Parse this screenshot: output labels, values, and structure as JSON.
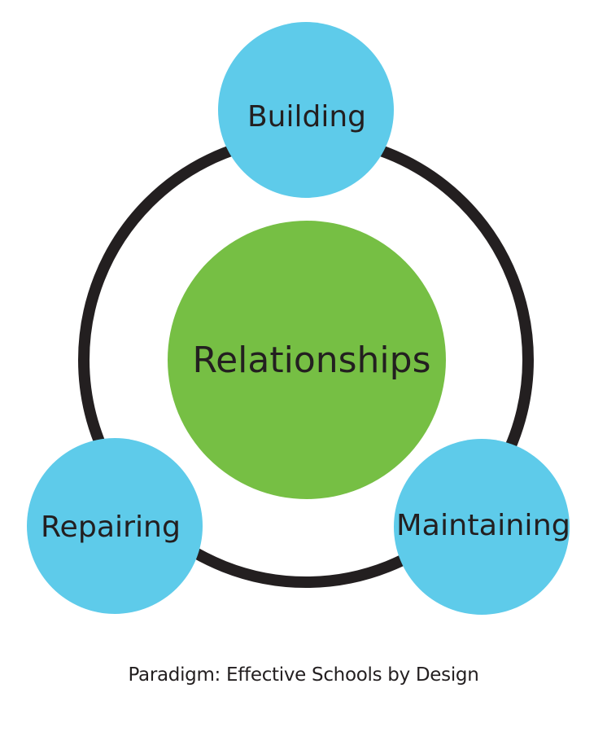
{
  "diagram": {
    "center": {
      "label": "Relationships",
      "color": "#76bf44"
    },
    "ring": {
      "color": "#231f20"
    },
    "nodes": [
      {
        "id": "building",
        "label": "Building",
        "color": "#5ecbea"
      },
      {
        "id": "maintaining",
        "label": "Maintaining",
        "color": "#5ecbea"
      },
      {
        "id": "repairing",
        "label": "Repairing",
        "color": "#5ecbea"
      }
    ],
    "text_color": "#231f20"
  },
  "caption": "Paradigm: Effective Schools by Design"
}
